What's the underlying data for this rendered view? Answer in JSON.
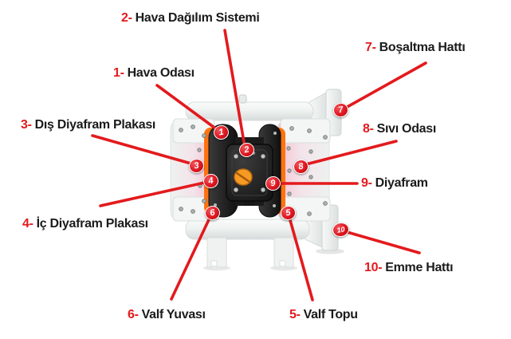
{
  "labels": [
    {
      "num": "1-",
      "name": "Hava Odası"
    },
    {
      "num": "2-",
      "name": "Hava Dağılım Sistemi"
    },
    {
      "num": "3-",
      "name": "Dış Diyafram Plakası"
    },
    {
      "num": "4-",
      "name": "İç Diyafram Plakası"
    },
    {
      "num": "5-",
      "name": "Valf Topu"
    },
    {
      "num": "6-",
      "name": "Valf Yuvası"
    },
    {
      "num": "7-",
      "name": "Boşaltma Hattı"
    },
    {
      "num": "8-",
      "name": "Sıvı Odası"
    },
    {
      "num": "9-",
      "name": "Diyafram"
    },
    {
      "num": "10-",
      "name": "Emme Hattı"
    }
  ],
  "markers": [
    "1",
    "2",
    "3",
    "4",
    "5",
    "6",
    "7",
    "8",
    "9",
    "10"
  ],
  "colors": {
    "accent_red": "#e31a1d",
    "marker_red": "#df1620",
    "label_text_black": "#1b1b1b",
    "pump_plastic_white": "#f1f4f3",
    "pump_black": "#1d1d1d",
    "knob_orange": "#f79a24",
    "seal_ring_orange": "#ff7210",
    "chamber_pink": "#f4cdd9",
    "background": "#ffffff"
  }
}
